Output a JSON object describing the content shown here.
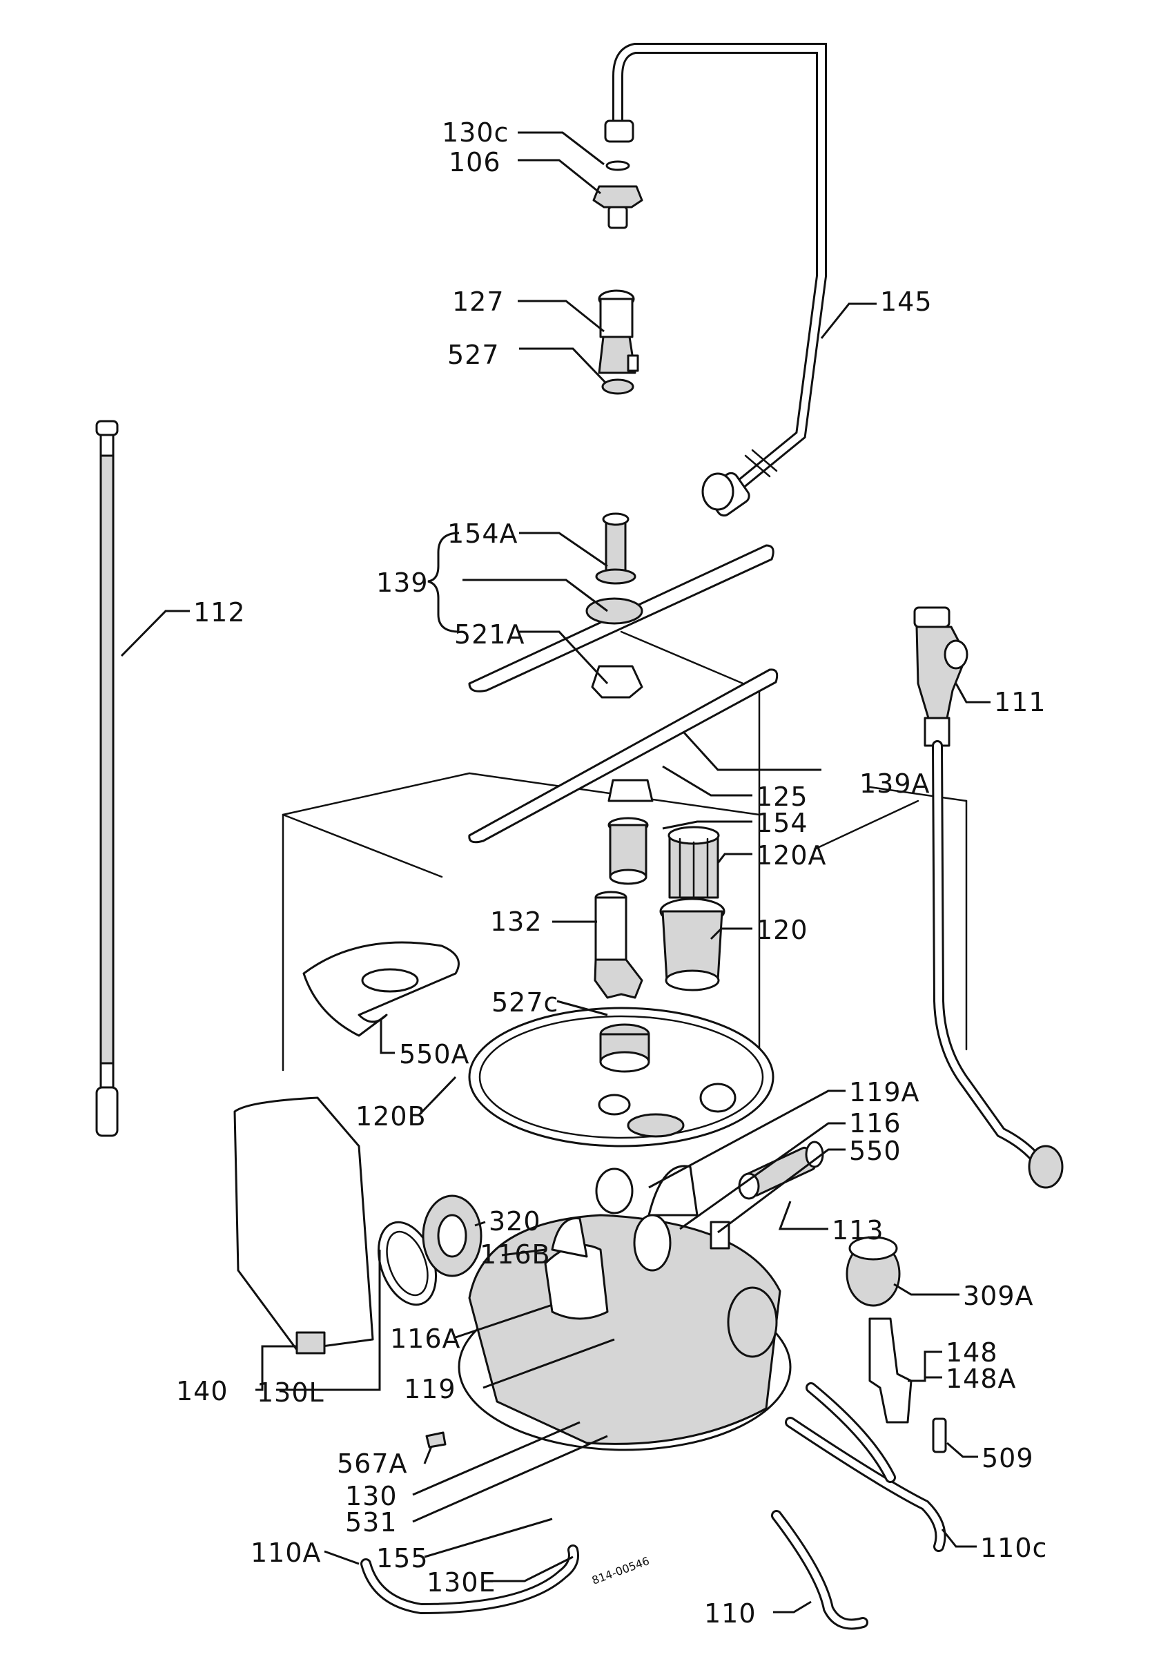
{
  "labels": {
    "l130c": "130c",
    "l106": "106",
    "l127": "127",
    "l527": "527",
    "l145": "145",
    "l112": "112",
    "l154a": "154A",
    "l139": "139",
    "l521a": "521A",
    "l111": "111",
    "l125": "125",
    "l139a": "139A",
    "l154": "154",
    "l120a": "120A",
    "l132": "132",
    "l120": "120",
    "l527c": "527c",
    "l550a": "550A",
    "l120b": "120B",
    "l119a": "119A",
    "l116": "116",
    "l550": "550",
    "l320": "320",
    "l116b": "116B",
    "l113": "113",
    "l309a": "309A",
    "l116a": "116A",
    "l148": "148",
    "l148a": "148A",
    "l140": "140",
    "l130l": "130L",
    "l119": "119",
    "l509": "509",
    "l567a": "567A",
    "l130": "130",
    "l531": "531",
    "l110c": "110c",
    "l110a": "110A",
    "l155": "155",
    "l130e": "130E",
    "l110": "110",
    "stamp": "814-00546"
  }
}
